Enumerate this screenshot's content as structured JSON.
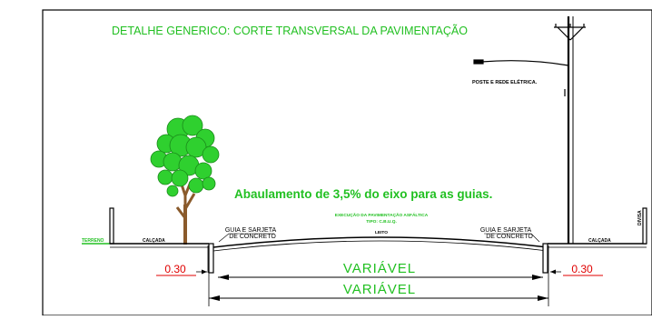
{
  "drawing": {
    "title": "DETALHE GENERICO: CORTE TRANSVERSAL DA PAVIMENTAÇÃO",
    "slope_note": "Abaulamento de 3,5% do eixo para as guias.",
    "pole_label": "POSTE E REDE ELÉTRICA.",
    "paving_note_line1": "EXECUÇÃO DA PAVIMENTAÇÃO ASFÁLTICA",
    "paving_note_line2": "TIPO: C.B.U.Q.",
    "road_label": "LEITO",
    "curb_left_line1": "GUIA E SARJETA",
    "curb_left_line2": "DE CONCRETO",
    "curb_right_line1": "GUIA E SARJETA",
    "curb_right_line2": "DE CONCRETO",
    "terrain_label": "TERRENO",
    "sidewalk_left": "CALÇADA",
    "sidewalk_right": "CALÇADA",
    "wall_label": "DIVISA",
    "dim_left": "0.30",
    "dim_right": "0.30",
    "dim_road": "VARIÁVEL",
    "dim_total": "VARIÁVEL"
  },
  "colors": {
    "frame": "#000000",
    "green_text": "#22c022",
    "red_text": "#e00000",
    "tree_green": "#2fd02f",
    "trunk": "#8a5a2b",
    "line": "#000000",
    "gray": "#808080"
  }
}
